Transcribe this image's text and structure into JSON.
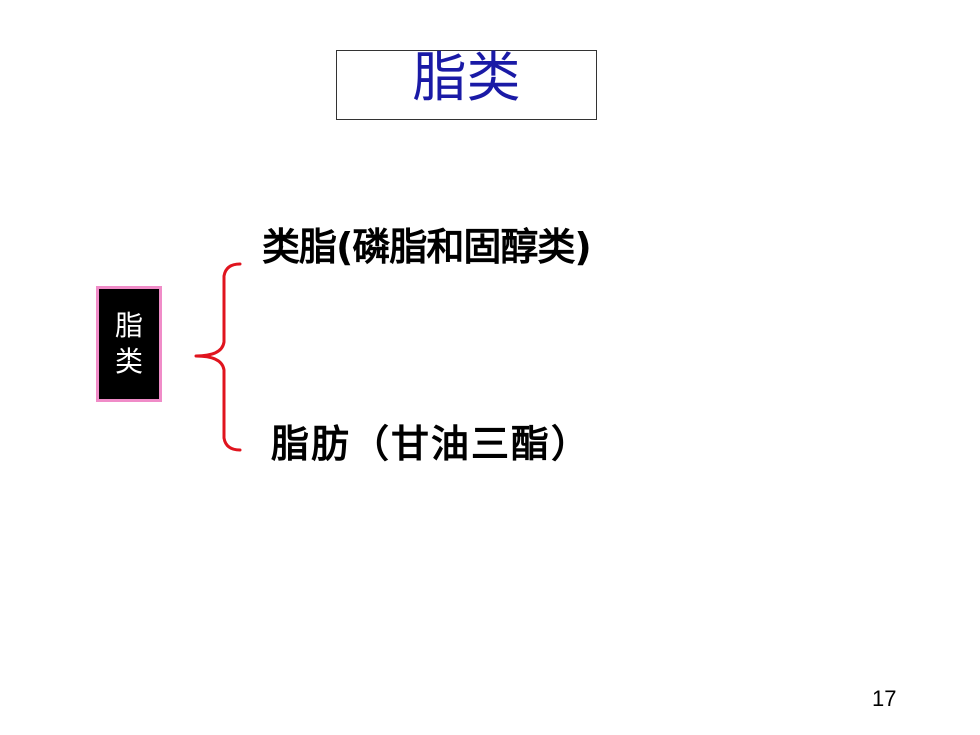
{
  "slide": {
    "title": "脂类",
    "side_label": "脂类",
    "branches": [
      {
        "label": "类脂(磷脂和固醇类)"
      },
      {
        "label": "脂肪（甘油三酯）"
      }
    ],
    "page_number": "17",
    "colors": {
      "title_text": "#1a1aa6",
      "title_border": "#333333",
      "side_label_bg": "#000000",
      "side_label_border": "#f08cc8",
      "side_label_text": "#ffffff",
      "brace": "#e0141e",
      "branch_text": "#000000"
    }
  }
}
